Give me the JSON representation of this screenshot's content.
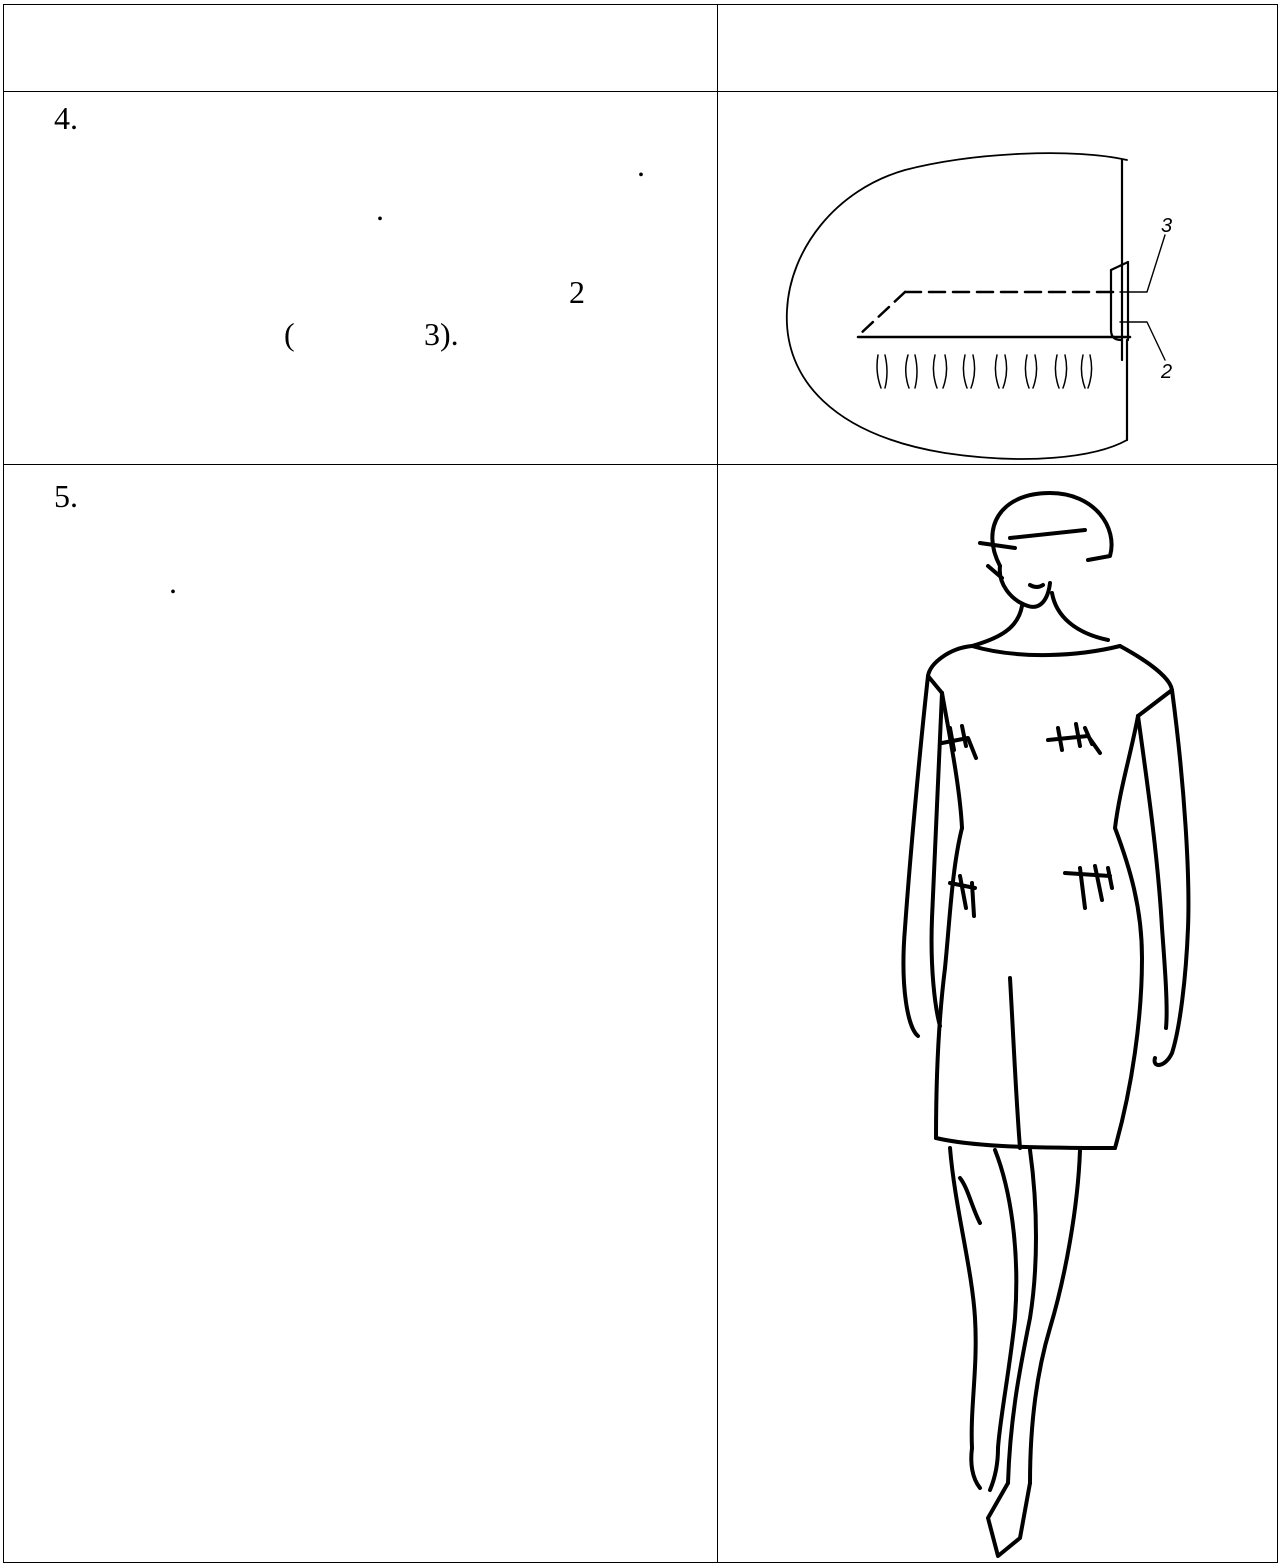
{
  "rows": [
    {
      "number": "",
      "texts": []
    },
    {
      "number": "4.",
      "texts": [
        ".",
        ".",
        "2",
        "(",
        "3)."
      ],
      "figure": {
        "callouts": [
          "3",
          "2"
        ]
      }
    },
    {
      "number": "5.",
      "texts": [
        "."
      ]
    }
  ]
}
